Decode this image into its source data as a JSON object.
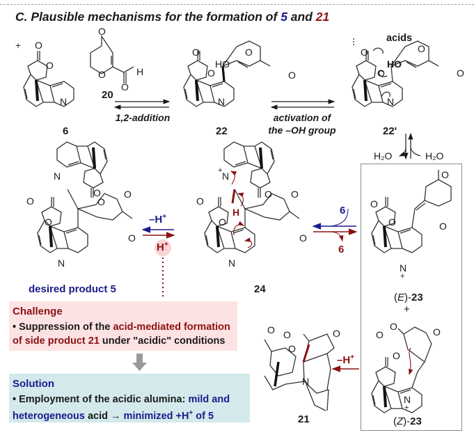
{
  "title": {
    "prefix": "C. Plausible mechanisms for the formation of ",
    "cpd_a": "5",
    "mid": " and ",
    "cpd_b": "21"
  },
  "colors": {
    "blue": "#1a1a8c",
    "red": "#8b1212",
    "challenge_bg": "#fde2e4",
    "solution_bg": "#d3e9eb",
    "box_border": "#8c8c8c"
  },
  "compounds": {
    "c6": "6",
    "c20": "20",
    "c22": "22",
    "c22p": "22'",
    "c24": "24",
    "c5": "desired product 5",
    "c21": "21",
    "e23_prefix": "(",
    "e23_stereo": "E",
    "e23_suffix": ")-",
    "e23_num": "23",
    "z23_prefix": "(",
    "z23_stereo": "Z",
    "z23_suffix": ")-",
    "z23_num": "23",
    "plus": "+"
  },
  "arrows": {
    "step1": "1,2-addition",
    "step2_line1": "activation of",
    "step2_line2": "the –OH group",
    "acids": "acids",
    "h2o_left": "H₂O",
    "h2o_right": "H₂O",
    "minus_h": "–H",
    "h_plus": "H",
    "sup_plus": "+",
    "six_top": "6",
    "six_bottom": "6",
    "minus_h_21": "–H"
  },
  "atoms": {
    "O": "O",
    "N": "N",
    "H": "H",
    "HO": "HO",
    "plus": "+"
  },
  "challenge": {
    "heading": "Challenge",
    "bullet": "•",
    "t1": "Suppression of the ",
    "t2": "acid-mediated formation",
    "t3": "of side product 21",
    "t4": " under \"acidic\" conditions"
  },
  "solution": {
    "heading": "Solution",
    "bullet": "•",
    "t1": "Employment of the acidic alumina: ",
    "t2": "mild and",
    "t3": "heterogeneous",
    "t4": " acid → ",
    "t5": "minimized +H",
    "t6": "+",
    "t7": " of 5"
  }
}
